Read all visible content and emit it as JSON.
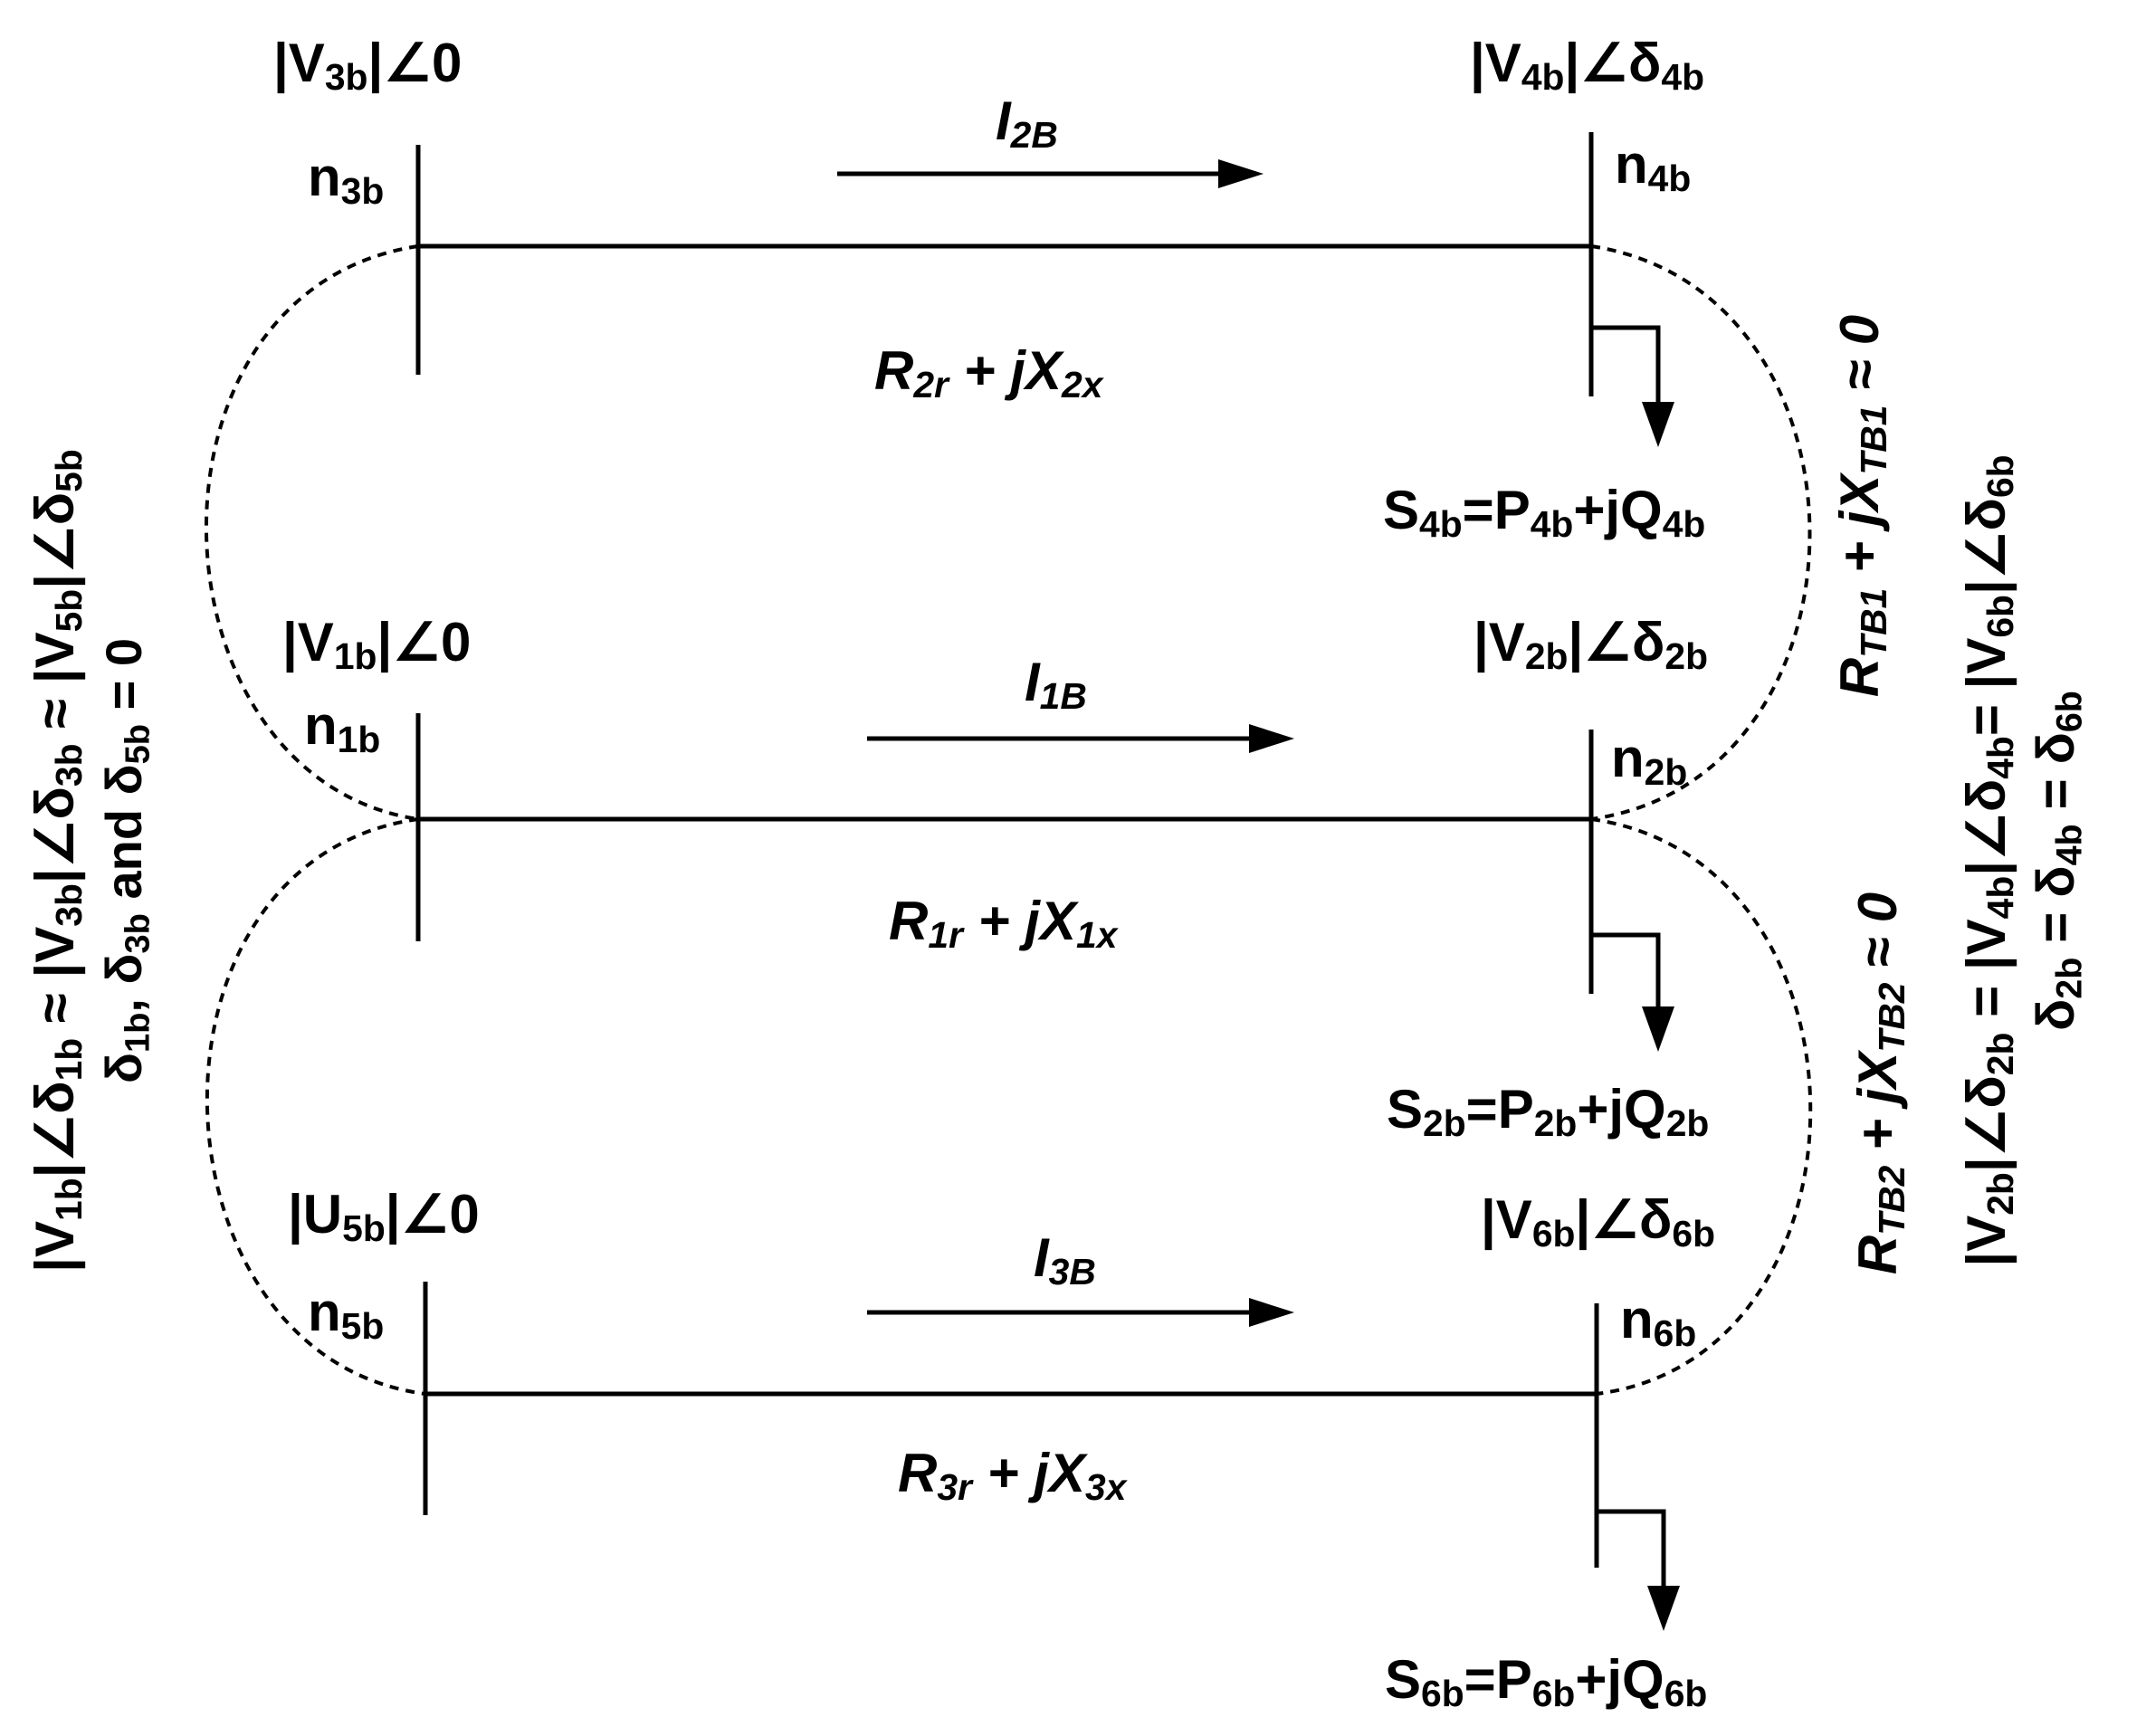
{
  "buses": {
    "n3b": {
      "voltage": "|V",
      "vsub": "3b",
      "angle": "|∠0",
      "asub": "",
      "node": "n",
      "nsub": "3b"
    },
    "n4b": {
      "voltage": "|V",
      "vsub": "4b",
      "angle": "|∠δ",
      "asub": "4b",
      "node": "n",
      "nsub": "4b"
    },
    "n1b": {
      "voltage": "|V",
      "vsub": "1b",
      "angle": "|∠0",
      "asub": "",
      "node": "n",
      "nsub": "1b"
    },
    "n2b": {
      "voltage": "|V",
      "vsub": "2b",
      "angle": "|∠δ",
      "asub": "2b",
      "node": "n",
      "nsub": "2b"
    },
    "n5b": {
      "voltage": "|U",
      "vsub": "5b",
      "angle": "|∠0",
      "asub": "",
      "node": "n",
      "nsub": "5b"
    },
    "n6b": {
      "voltage": "|V",
      "vsub": "6b",
      "angle": "|∠δ",
      "asub": "6b",
      "node": "n",
      "nsub": "6b"
    }
  },
  "currents": {
    "i2": {
      "sym": "I",
      "sub": "2B"
    },
    "i1": {
      "sym": "I",
      "sub": "1B"
    },
    "i3": {
      "sym": "I",
      "sub": "3B"
    }
  },
  "impedances": {
    "z2": {
      "r": "R",
      "rsub": "2r",
      "mid": " + jX",
      "xsub": "2x"
    },
    "z1": {
      "r": "R",
      "rsub": "1r",
      "mid": " + jX",
      "xsub": "1x"
    },
    "z3": {
      "r": "R",
      "rsub": "3r",
      "mid": " + jX",
      "xsub": "3x"
    }
  },
  "loads": {
    "s4": {
      "a": "S",
      "as": "4b",
      "b": "=P",
      "bs": "4b",
      "c": "+jQ",
      "cs": "4b"
    },
    "s2": {
      "a": "S",
      "as": "2b",
      "b": "=P",
      "bs": "2b",
      "c": "+jQ",
      "cs": "2b"
    },
    "s6": {
      "a": "S",
      "as": "6b",
      "b": "=P",
      "bs": "6b",
      "c": "+jQ",
      "cs": "6b"
    }
  },
  "tie_branches": {
    "tb1": {
      "r": "R",
      "rsub": "TB1",
      "mid": " + jX",
      "xsub": "TB1",
      "tail": " ≈ 0"
    },
    "tb2": {
      "r": "R",
      "rsub": "TB2",
      "mid": " + jX",
      "xsub": "TB2",
      "tail": " ≈ 0"
    }
  },
  "left_equation": {
    "line1": [
      "|V",
      "1b",
      "|∠δ",
      "1b",
      " ≈ |V",
      "3b",
      "|∠δ",
      "3b",
      " ≈ |V",
      "5b",
      "|∠δ",
      "5b"
    ],
    "line2": [
      "δ",
      "1b",
      ", δ",
      "3b",
      " and δ",
      "5b",
      " = 0"
    ]
  },
  "right_equation": {
    "line1": [
      "|V",
      "2b",
      "|∠δ",
      "2b",
      " = |V",
      "4b",
      "|∠δ",
      "4b",
      "= |V",
      "6b",
      "|∠δ",
      "6b"
    ],
    "line2": [
      "δ",
      "2b",
      " = δ",
      "4b",
      " = δ",
      "6b"
    ]
  },
  "colors": {
    "ink": "#000000",
    "background": "#ffffff"
  }
}
